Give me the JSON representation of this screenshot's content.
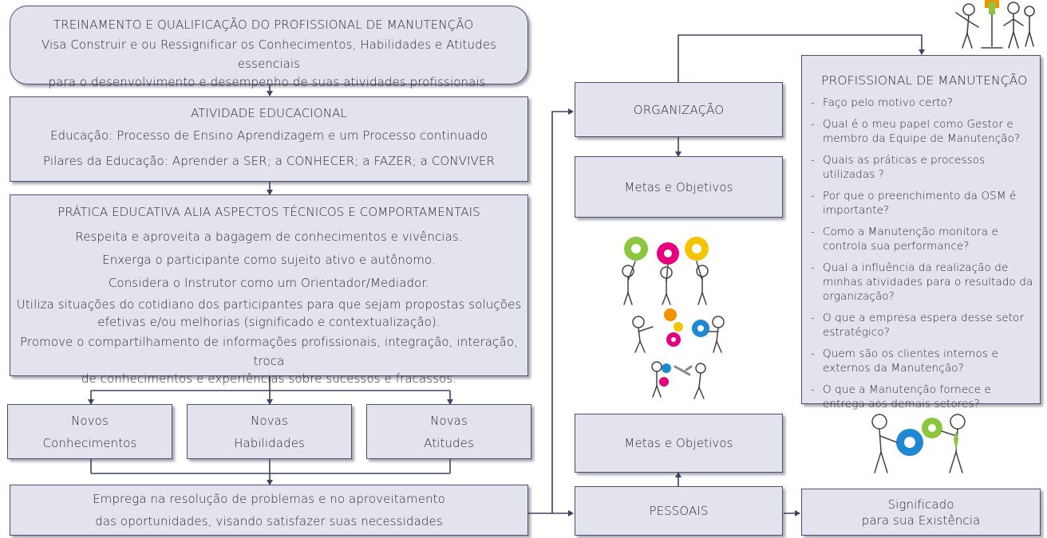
{
  "training": {
    "title": "TREINAMENTO E QUALIFICAÇÃO DO PROFISSIONAL DE MANUTENÇÃO",
    "line1": "Visa Construir e ou Ressignificar os Conhecimentos,  Habilidades e Atitudes essenciais",
    "line2": "para o desenvolvimento e desempenho de suas atividades profissionais."
  },
  "educational": {
    "title": "ATIVIDADE EDUCACIONAL",
    "line1": "Educação: Processo de Ensino Aprendizagem e um Processo continuado",
    "line2": "Pilares da Educação: Aprender a SER; a CONHECER; a FAZER; a CONVIVER"
  },
  "practice": {
    "title": "PRÁTICA EDUCATIVA ALIA ASPECTOS TÉCNICOS E COMPORTAMENTAIS",
    "items": [
      "Respeita e aproveita a bagagem de conhecimentos e vivências.",
      "Enxerga o participante como sujeito ativo e autônomo.",
      "Considera o Instrutor como um Orientador/Mediador.",
      "Utiliza situações do cotidiano dos participantes para que sejam propostas soluções",
      "efetivas e/ou melhorias (significado e contextualização).",
      "Promove o compartilhamento de informações profissionais,  integração, interação, troca",
      "de conhecimentos e experiências sobre sucessos e fracassos."
    ]
  },
  "outcomes": [
    {
      "line1": "Novos",
      "line2": "Conhecimentos"
    },
    {
      "line1": "Novas",
      "line2": "Habilidades"
    },
    {
      "line1": "Novas",
      "line2": "Atitudes"
    }
  ],
  "apply": {
    "line1": "Emprega na resolução de problemas  e no aproveitamento",
    "line2": "das oportunidades, visando satisfazer suas necessidades"
  },
  "organization": {
    "label": "ORGANIZAÇÃO"
  },
  "org_goals": {
    "label": "Metas e Objetivos"
  },
  "personal_goals": {
    "label": "Metas e Objetivos"
  },
  "personal": {
    "label": "PESSOAIS"
  },
  "meaning": {
    "line1": "Significado",
    "line2": "para sua Existência"
  },
  "professional": {
    "title": "PROFISSIONAL DE MANUTENÇÃO",
    "questions": [
      "Faço pelo motivo certo?",
      "Qual é o meu papel como Gestor e membro da Equipe de Manutenção?",
      "Quais as práticas e processos utilizadas ?",
      "Por que o preenchimento da OSM é importante?",
      "Como a Manutenção monitora e controla sua performance?",
      "Qual a influência da realização de minhas atividades para o resultado da organização?",
      "O que a empresa espera desse setor estratégico?",
      "Quem são os clientes internos e externos da Manutenção?",
      "O que a Manutenção fornece e entrega aos demais setores?"
    ]
  },
  "colors": {
    "box_fill": "#e3e3ee",
    "box_border": "#4a5070",
    "connector": "#3d4466",
    "gear_green": "#8cc63f",
    "gear_pink": "#e6007e",
    "gear_yellow": "#f5c400",
    "gear_blue": "#1e88d2",
    "gear_orange": "#f39200"
  },
  "illustrations": {
    "top_right": "people-with-signpost-icon",
    "middle": "people-with-gears-icon",
    "bottom_right": "two-people-holding-gears-icon"
  }
}
